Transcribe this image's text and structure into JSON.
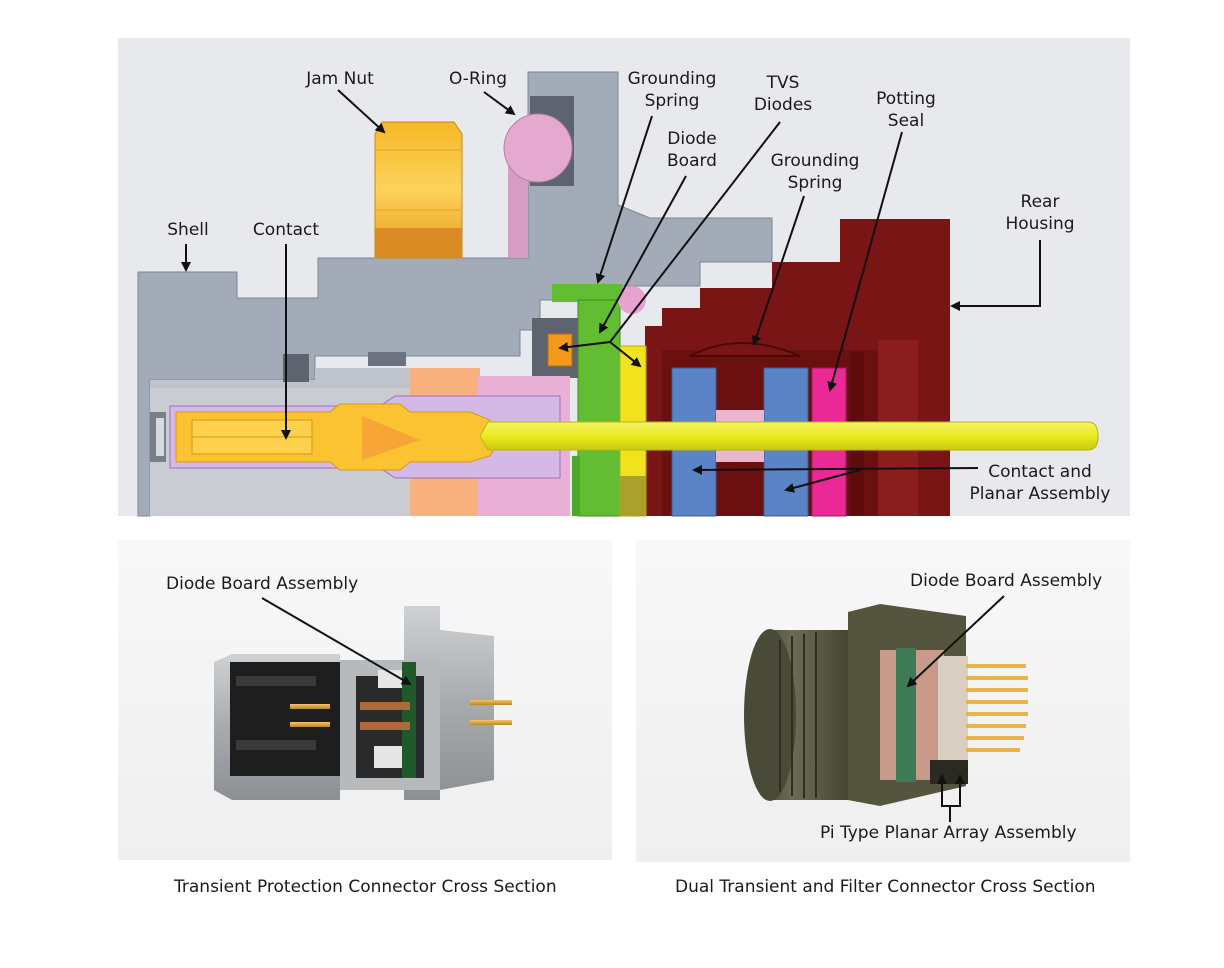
{
  "cross_section": {
    "labels": {
      "jam_nut": "Jam Nut",
      "o_ring": "O-Ring",
      "grounding_spring_1_l1": "Grounding",
      "grounding_spring_1_l2": "Spring",
      "tvs_diodes_l1": "TVS",
      "tvs_diodes_l2": "Diodes",
      "diode_board_l1": "Diode",
      "diode_board_l2": "Board",
      "potting_seal_l1": "Potting",
      "potting_seal_l2": "Seal",
      "grounding_spring_2_l1": "Grounding",
      "grounding_spring_2_l2": "Spring",
      "rear_housing_l1": "Rear",
      "rear_housing_l2": "Housing",
      "shell": "Shell",
      "contact": "Contact",
      "contact_planar_l1": "Contact and",
      "contact_planar_l2": "Planar Assembly"
    }
  },
  "photo_left": {
    "label": "Diode Board Assembly",
    "caption": "Transient Protection Connector Cross Section"
  },
  "photo_right": {
    "label_top": "Diode Board Assembly",
    "label_bottom": "Pi Type Planar Array Assembly",
    "caption": "Dual Transient and Filter Connector Cross Section"
  },
  "colors": {
    "shell": "#a3abb8",
    "shell_dark": "#5d6470",
    "rear_housing": "#7a1515",
    "jam_nut": "#f9c232",
    "o_ring": "#e5a9d0",
    "contact": "#fbc231",
    "pin": "#eaea1d",
    "diode_board": "#62bd32",
    "tvs_diode": "#f0e21c",
    "planar": "#5b84c6",
    "potting_seal": "#ea2a94",
    "insert_peach": "#f8b07f",
    "insert_pink": "#e9b0d5",
    "background_panel": "#e7e9ec"
  }
}
